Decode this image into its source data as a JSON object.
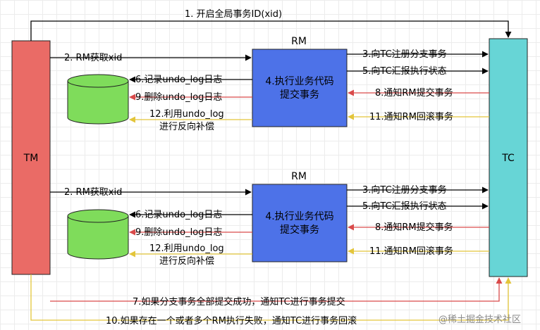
{
  "colors": {
    "tm_fill": "#ea6b66",
    "tc_fill": "#67d5d6",
    "rm_fill": "#4d72e8",
    "db_fill": "#7fdc5b",
    "black_arrow": "#000000",
    "red_arrow": "#d94a4a",
    "yellow_arrow": "#e3c53a"
  },
  "nodes": {
    "tm": "TM",
    "tc": "TC",
    "rm_title": "RM",
    "rm_body_line1": "4.执行业务代码",
    "rm_body_line2": "提交事务"
  },
  "edges": {
    "global_xid": "1. 开启全局事务ID(xid)",
    "get_xid": "2. RM获取xid",
    "register_branch": "3.向TC注册分支事务",
    "report_status": "5.向TC汇报执行状态",
    "record_undo": "6.记录undo_log日志",
    "delete_undo": "9.删除undo_log日志",
    "use_undo_line1": "12.利用undo_log",
    "use_undo_line2": "进行反向补偿",
    "notify_commit": "8.通知RM提交事务",
    "notify_rollback": "11.通知RM回滚事务",
    "all_commit": "7.如果分支事务全部提交成功，通知TC进行事务提交",
    "any_fail": "10.如果存在一个或者多个RM执行失败，通知TC进行事务回滚"
  },
  "watermark": "@稀土掘金技术社区"
}
